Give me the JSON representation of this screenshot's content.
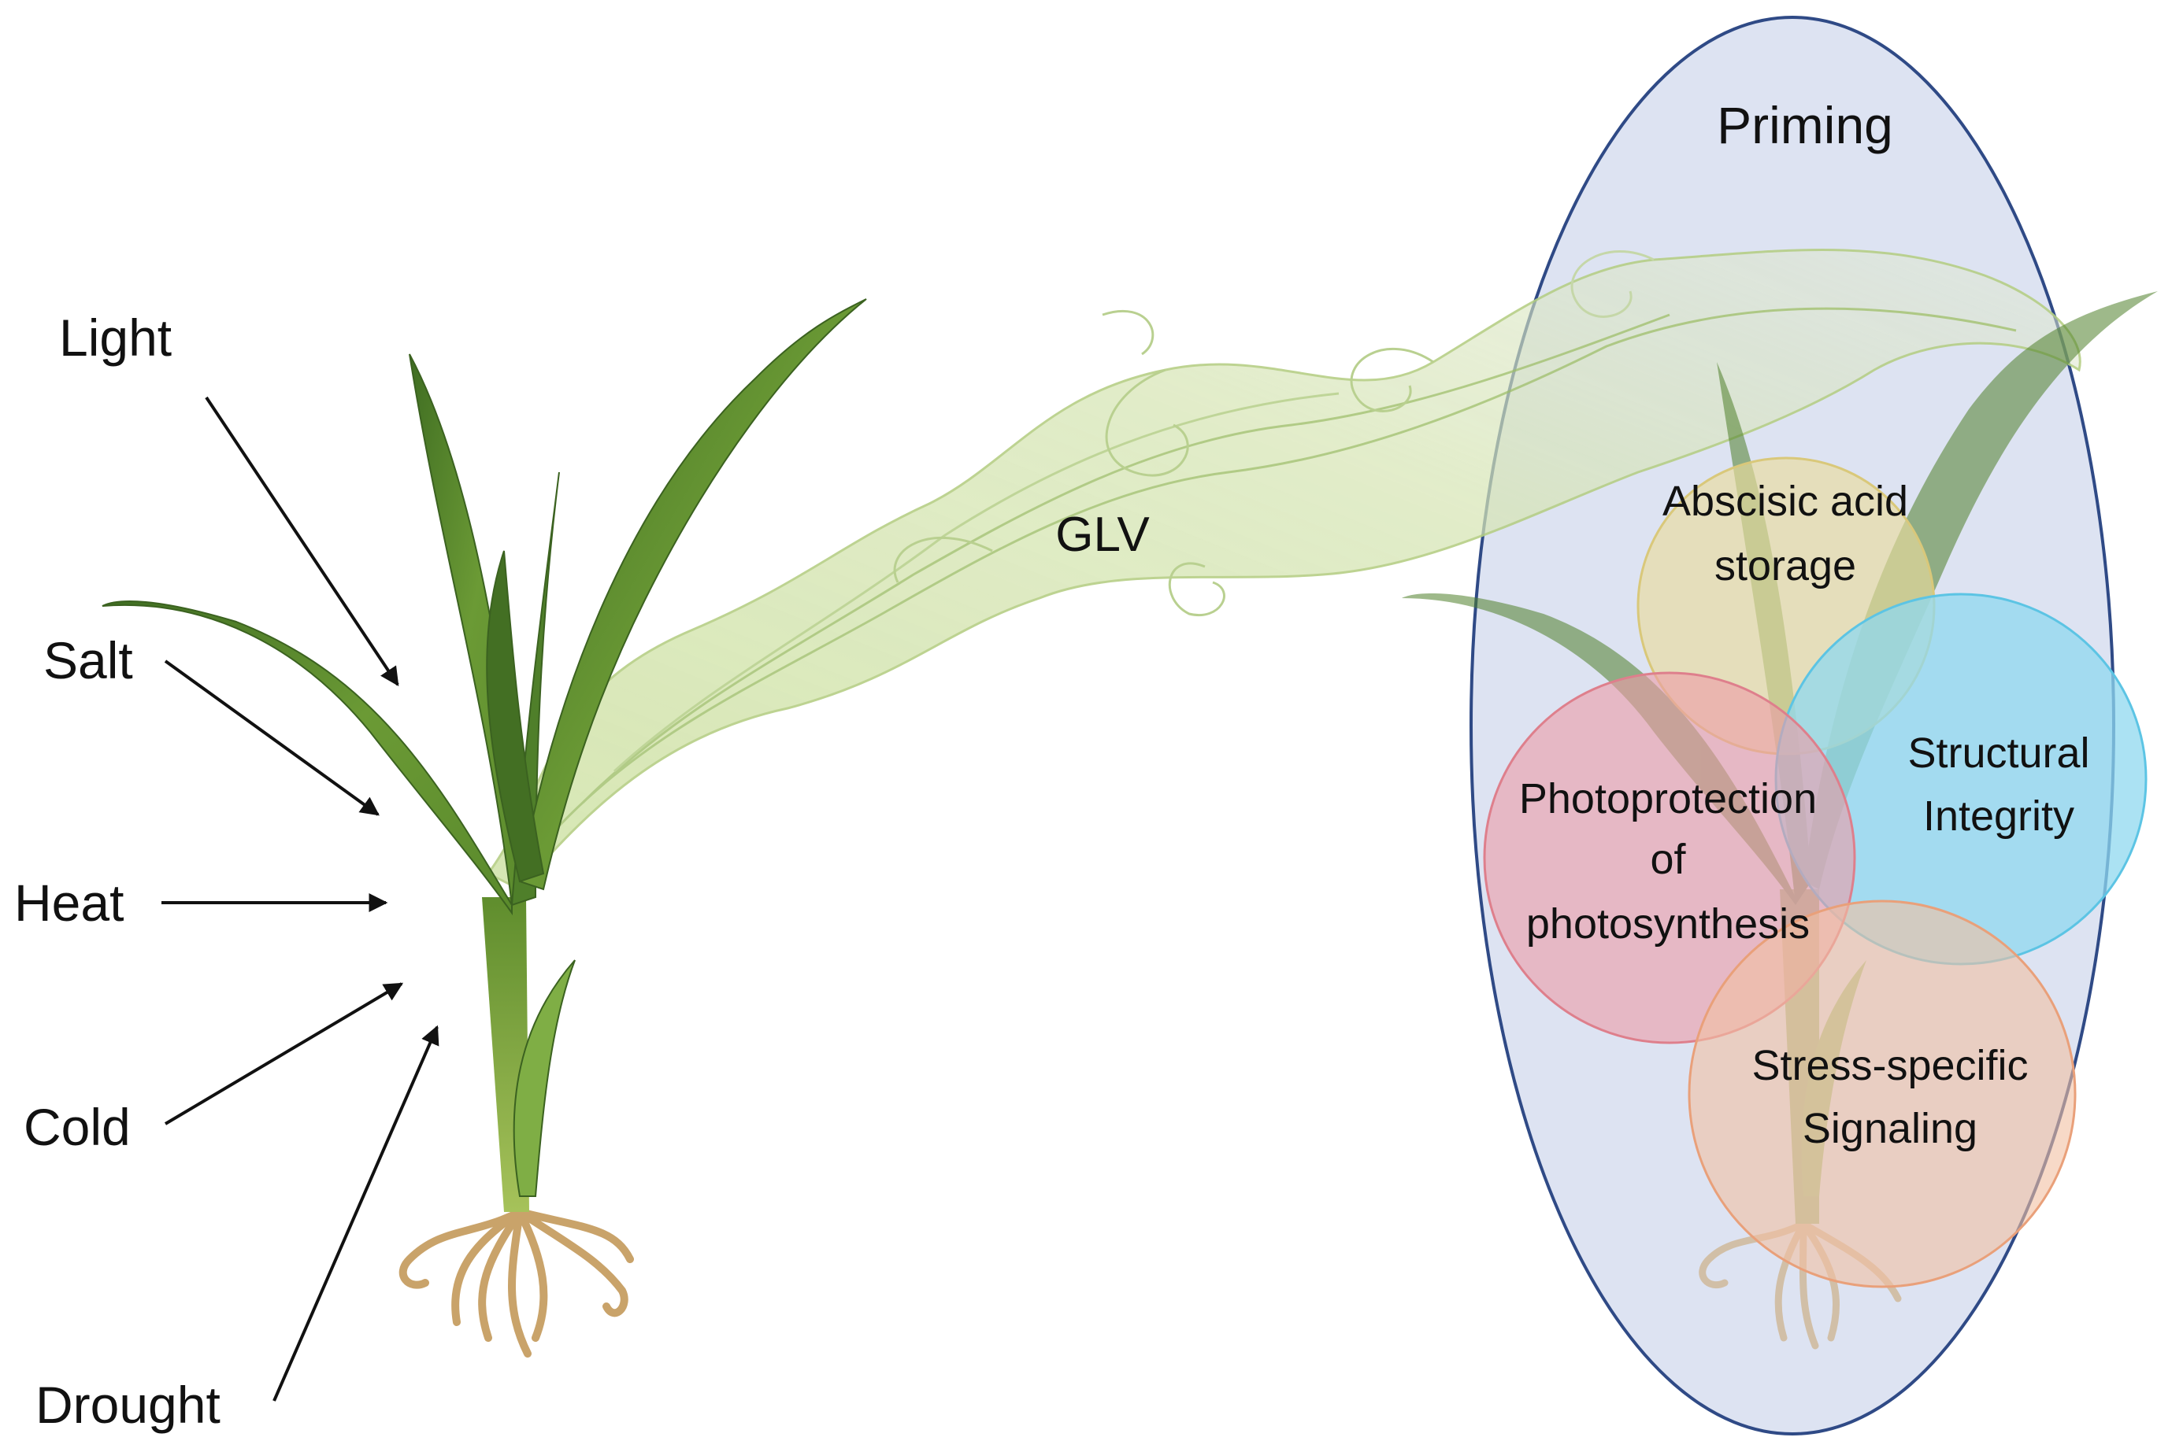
{
  "stressors": {
    "light": "Light",
    "salt": "Salt",
    "heat": "Heat",
    "cold": "Cold",
    "drought": "Drought"
  },
  "volatile": {
    "label": "GLV"
  },
  "priming": {
    "title": "Priming",
    "circles": {
      "aba": {
        "line1": "Abscisic acid",
        "line2": "storage",
        "color": "#e9dc9c"
      },
      "structural": {
        "line1": "Structural",
        "line2": "Integrity",
        "color": "#8fd8ef"
      },
      "photo": {
        "line1": "Photoprotection",
        "line2": "of",
        "line3": "photosynthesis",
        "color": "#ec9ba6"
      },
      "signaling": {
        "line1": "Stress-specific",
        "line2": "Signaling",
        "color": "#f2c0a2"
      }
    },
    "ellipse_fill": "#dde3f2",
    "ellipse_stroke": "#2f4a86"
  },
  "colors": {
    "leaf_dark": "#4d7a2a",
    "leaf_light": "#7fae45",
    "stem": "#6e9a36",
    "root": "#c9a36a",
    "glv": "#c9dda0"
  }
}
